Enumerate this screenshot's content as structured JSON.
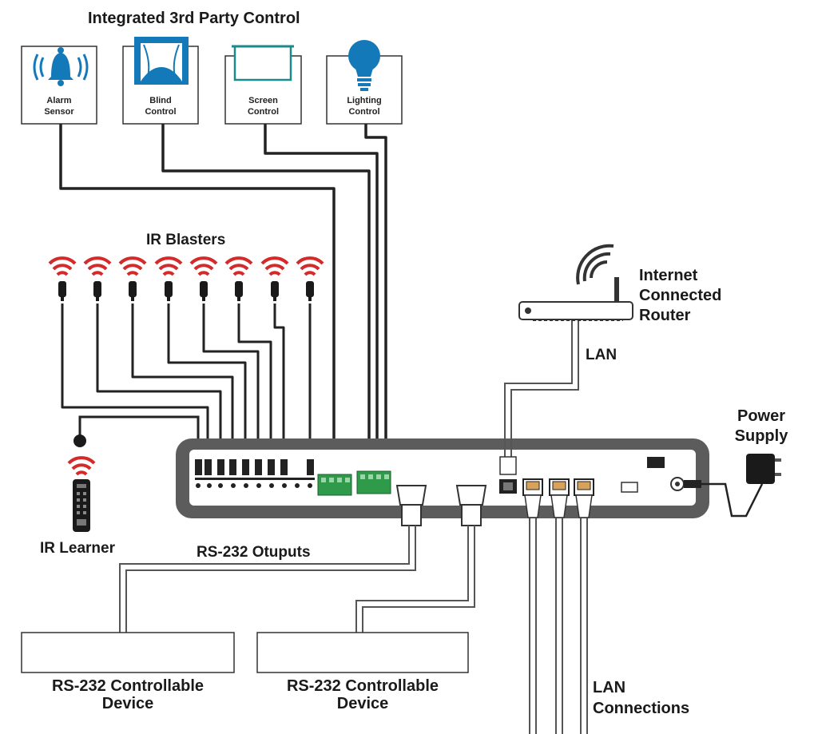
{
  "title": "Integrated 3rd Party Control",
  "third_party_devices": [
    {
      "line1": "Alarm",
      "line2": "Sensor",
      "icon": "alarm-bell-icon"
    },
    {
      "line1": "Blind",
      "line2": "Control",
      "icon": "window-blind-icon"
    },
    {
      "line1": "Screen",
      "line2": "Control",
      "icon": "projection-screen-icon"
    },
    {
      "line1": "Lighting",
      "line2": "Control",
      "icon": "light-bulb-icon"
    }
  ],
  "ir_blasters_label": "IR Blasters",
  "ir_learner_label": "IR Learner",
  "rs232_outputs_label": "RS-232 Otuputs",
  "rs232_devices": [
    {
      "line1": "RS-232 Controllable",
      "line2": "Device"
    },
    {
      "line1": "RS-232 Controllable",
      "line2": "Device"
    }
  ],
  "router": {
    "line1": "Internet",
    "line2": "Connected",
    "line3": "Router"
  },
  "lan_label": "LAN",
  "lan_connections": {
    "line1": "LAN",
    "line2": "Connections"
  },
  "power_supply": {
    "line1": "Power",
    "line2": "Supply"
  },
  "colors": {
    "accent_blue": "#1479b8",
    "ir_red": "#d42a2a",
    "cable_dark": "#222222",
    "chassis_gray": "#5c5c5c",
    "terminal_green": "#2f9a4a"
  }
}
